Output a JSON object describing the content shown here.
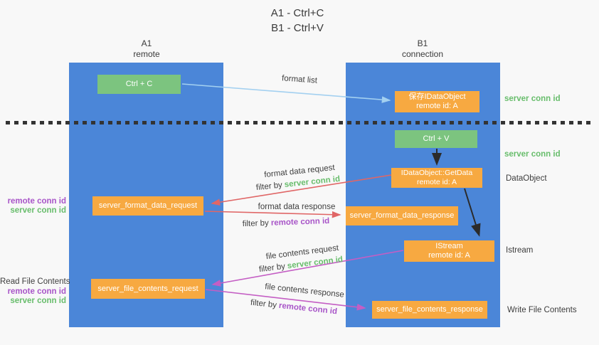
{
  "colors": {
    "lane_blue": "#4b86d8",
    "box_green": "#7cc47f",
    "box_orange": "#f7a941",
    "green_text": "#68bd6c",
    "purple_text": "#a855c8",
    "red_arrow": "#e06666",
    "magenta_arrow": "#c45ec4",
    "blue_arrow": "#a3d0f0",
    "black_arrow": "#2b2b2b",
    "background": "#f8f8f8"
  },
  "title": {
    "line1": "A1 - Ctrl+C",
    "line2": "B1 - Ctrl+V"
  },
  "lanes": {
    "left": {
      "title": "A1",
      "subtitle": "remote"
    },
    "right": {
      "title": "B1",
      "subtitle": "connection"
    }
  },
  "nodes": {
    "ctrl_c": {
      "label": "Ctrl + C"
    },
    "save_idataobject": {
      "line1": "保存IDataObject",
      "line2": "remote id: A"
    },
    "ctrl_v": {
      "label": "Ctrl + V"
    },
    "getdata": {
      "line1": "IDataObject::GetData",
      "line2": "remote id: A"
    },
    "server_format_data_request": {
      "label": "server_format_data_request"
    },
    "server_format_data_response": {
      "label": "server_format_data_response"
    },
    "istream": {
      "line1": "IStream",
      "line2": "remote id: A"
    },
    "server_file_contents_request": {
      "label": "server_file_contents_request"
    },
    "server_file_contents_response": {
      "label": "server_file_contents_response"
    }
  },
  "right_labels": {
    "server_conn_id_1": "server conn id",
    "server_conn_id_2": "server conn id",
    "dataobject": "DataObject",
    "istream": "Istream",
    "write_file_contents": "Write File Contents"
  },
  "left_labels": {
    "remote_conn_id_1": "remote conn id",
    "server_conn_id_1": "server conn id",
    "read_file_contents": "Read File Contents",
    "remote_conn_id_2": "remote conn id",
    "server_conn_id_2": "server conn id"
  },
  "arrows": {
    "format_list": "format list",
    "format_data_request": "format data request",
    "format_data_response": "format data response",
    "file_contents_request": "file contents request",
    "file_contents_response": "file contents response",
    "filter_by": "filter by",
    "filter_server_conn_id": "server conn id",
    "filter_remote_conn_id": "remote conn id"
  }
}
